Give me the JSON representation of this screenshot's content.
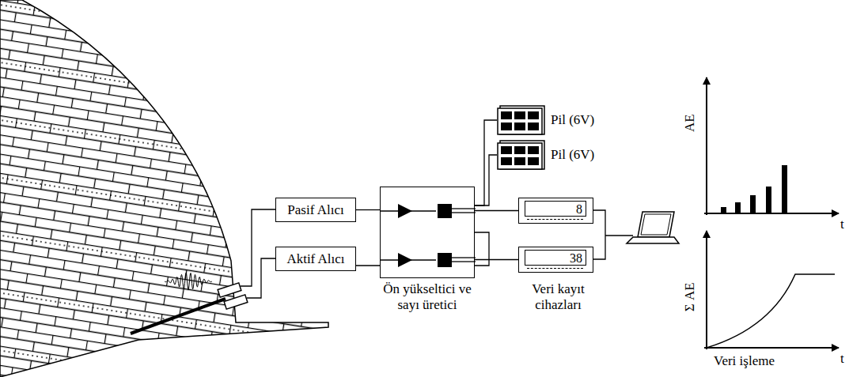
{
  "diagram": {
    "nodes": [
      {
        "text": [
          "Pasif Alıcı"
        ]
      },
      {
        "text": [
          "Aktif Alıcı"
        ]
      },
      {
        "text": [
          "Ön yükseltici ve sayı üretici"
        ]
      },
      {
        "text": [
          "Pil (6V)"
        ]
      },
      {
        "text": [
          "Pil (6V)"
        ]
      },
      {
        "text": [
          "8"
        ]
      },
      {
        "text": [
          "38"
        ]
      }
    ],
    "edges": [
      {
        "from": 0,
        "to": 2,
        "arrow": "none"
      },
      {
        "from": 1,
        "to": 2,
        "arrow": "none"
      },
      {
        "from": 2,
        "to": 3,
        "arrow": "none"
      },
      {
        "from": 2,
        "to": 4,
        "arrow": "none"
      },
      {
        "from": 2,
        "to": 5,
        "arrow": "none"
      },
      {
        "from": 2,
        "to": 6,
        "arrow": "none"
      }
    ],
    "labels": [
      "Veri kayıt cihazları",
      "AE",
      "t",
      "Σ AE",
      "t",
      "Veri işleme"
    ]
  }
}
